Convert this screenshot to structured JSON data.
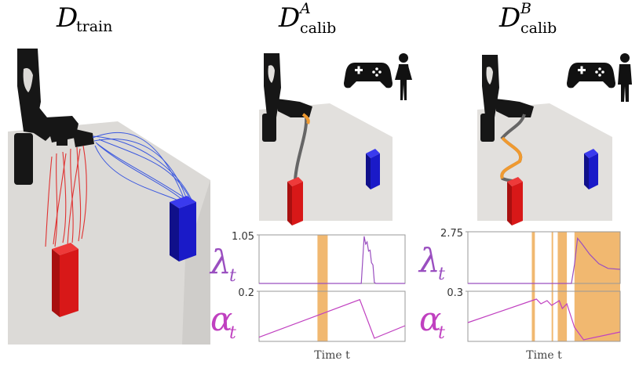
{
  "panels": [
    {
      "title_main": "D",
      "title_sub": "train",
      "title_sup": ""
    },
    {
      "title_main": "D",
      "title_sub": "calib",
      "title_sup": "A"
    },
    {
      "title_main": "D",
      "title_sub": "calib",
      "title_sup": "B"
    }
  ],
  "icons": [
    "gamepad-icon",
    "person-female-icon",
    "person-male-icon"
  ],
  "colors": {
    "robot": "#161616",
    "floor": "#d8d6d3",
    "red_block": "#d81818",
    "blue_block": "#1a1ac8",
    "red_traj": "#e02020",
    "blue_traj": "#2a4ae0",
    "orange_shade": "#f0b060",
    "lambda_color": "#9a4fc0",
    "alpha_color": "#c040c0"
  },
  "chart_data": [
    {
      "type": "line",
      "panel": "A",
      "xlabel": "Time t",
      "lambda": {
        "label": "λt",
        "ymax_label": "1.05",
        "ylim": [
          0,
          1.05
        ],
        "x": [
          0,
          0.62,
          0.68,
          0.7,
          0.72,
          0.73,
          0.74,
          0.75,
          0.76,
          0.77,
          0.78,
          0.79,
          0.8,
          1.0
        ],
        "y": [
          0,
          0,
          0,
          0,
          1.02,
          0.85,
          0.9,
          0.7,
          0.72,
          0.45,
          0.4,
          0.02,
          0,
          0
        ]
      },
      "alpha": {
        "label": "αt",
        "ymax_label": "0.2",
        "ylim": [
          0,
          0.24
        ],
        "x": [
          0,
          0.69,
          0.79,
          1.0
        ],
        "y": [
          0.02,
          0.2,
          0.015,
          0.075
        ]
      },
      "shaded": [
        [
          0.4,
          0.47
        ]
      ]
    },
    {
      "type": "line",
      "panel": "B",
      "xlabel": "Time t",
      "lambda": {
        "label": "λt",
        "ymax_label": "2.75",
        "ylim": [
          0,
          2.75
        ],
        "x": [
          0,
          0.68,
          0.7,
          0.72,
          0.75,
          0.8,
          0.86,
          0.92,
          1.0
        ],
        "y": [
          0,
          0,
          1.0,
          2.4,
          2.1,
          1.55,
          1.05,
          0.8,
          0.75
        ]
      },
      "alpha": {
        "label": "αt",
        "ymax_label": "0.3",
        "ylim": [
          0,
          0.32
        ],
        "x": [
          0,
          0.45,
          0.48,
          0.52,
          0.55,
          0.6,
          0.62,
          0.65,
          0.7,
          0.76,
          1.0
        ],
        "y": [
          0.12,
          0.27,
          0.24,
          0.26,
          0.23,
          0.26,
          0.21,
          0.24,
          0.09,
          0.01,
          0.06
        ]
      },
      "shaded": [
        [
          0.42,
          0.44
        ],
        [
          0.55,
          0.56
        ],
        [
          0.59,
          0.65
        ],
        [
          0.7,
          1.0
        ]
      ]
    }
  ]
}
